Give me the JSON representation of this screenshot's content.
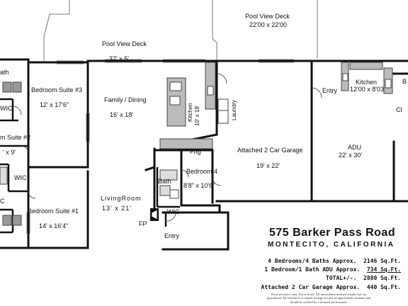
{
  "rooms": {
    "pool_deck_right": {
      "name": "Pool View Deck",
      "dims": "22'00 x 22'00"
    },
    "pool_deck_left": {
      "name": "Pool View Deck"
    },
    "deck_width": {
      "dims": "37' x 5'"
    },
    "bath_top": {
      "name": "ath"
    },
    "bedroom_suite_3": {
      "name": "Bedroom Suite #3",
      "dims": "12' x 17'6\""
    },
    "wic_upper": {
      "name": "WIC"
    },
    "family_dining": {
      "name": "Family / Dining",
      "dims": "16' x 18'"
    },
    "kitchen_main": {
      "name": "Kitchen",
      "dims": "10' x 18'"
    },
    "laundry": {
      "name": "Laundry"
    },
    "adu_kitchen": {
      "name": "Kitchen",
      "dims": "12'00 x 8'03"
    },
    "adu_entry": {
      "name": "Entry"
    },
    "adu_b": {
      "name": "B"
    },
    "adu_cl": {
      "name": "Cl"
    },
    "adu": {
      "name": "ADU",
      "dims": "22' x 30'"
    },
    "bedroom_suite_2": {
      "name": "m Suite #2",
      "dims": "' x 9'"
    },
    "wic_mid": {
      "name": "WIC"
    },
    "frig": {
      "name": "Frig"
    },
    "garage": {
      "name": "Attached 2 Car Garage",
      "dims": "19' x 22'"
    },
    "bedroom_4": {
      "name": "Bedroom 4",
      "dims": "8'8\" x 10'6\""
    },
    "bath_b4": {
      "name": "Bath"
    },
    "living_room": {
      "name": "LivingRoom",
      "dims": "13' x 21'"
    },
    "bedroom_suite_1": {
      "name": "Bedroom Suite #1",
      "dims": "14' x 16'4\""
    },
    "wic_lower": {
      "name": "WIC"
    },
    "fireplace": {
      "name": "FP"
    },
    "entry_main": {
      "name": "Entry"
    },
    "left_c": {
      "name": "C"
    }
  },
  "info": {
    "address": "575 Barker Pass Road",
    "city": "MONTECITO, CALIFORNIA",
    "stats": [
      {
        "label": "4 Bedrooms/4 Baths Approx.",
        "value": "2146 Sq.Ft.",
        "underline": false
      },
      {
        "label": "1 Bedroom/1 Bath ADU Approx.",
        "value": "734 Sq.Ft.",
        "underline": true
      },
      {
        "label": "TOTAL+/-.",
        "value": "2880 Sq.Ft.",
        "underline": false
      },
      {
        "label": "Attached 2 Car Garage Approx.",
        "value": "440 Sq.Ft.",
        "underline": false
      }
    ],
    "disclaimer": "Floor reference only. Not to Scale. All information deemed reliable but not guaranteed. All references to square footage are just an approximate estimate and should be verified by a licensed professional."
  },
  "colors": {
    "wall": "#111111",
    "deck": "#777777",
    "fixture": "#888888",
    "counter": "#bbbbbb"
  }
}
